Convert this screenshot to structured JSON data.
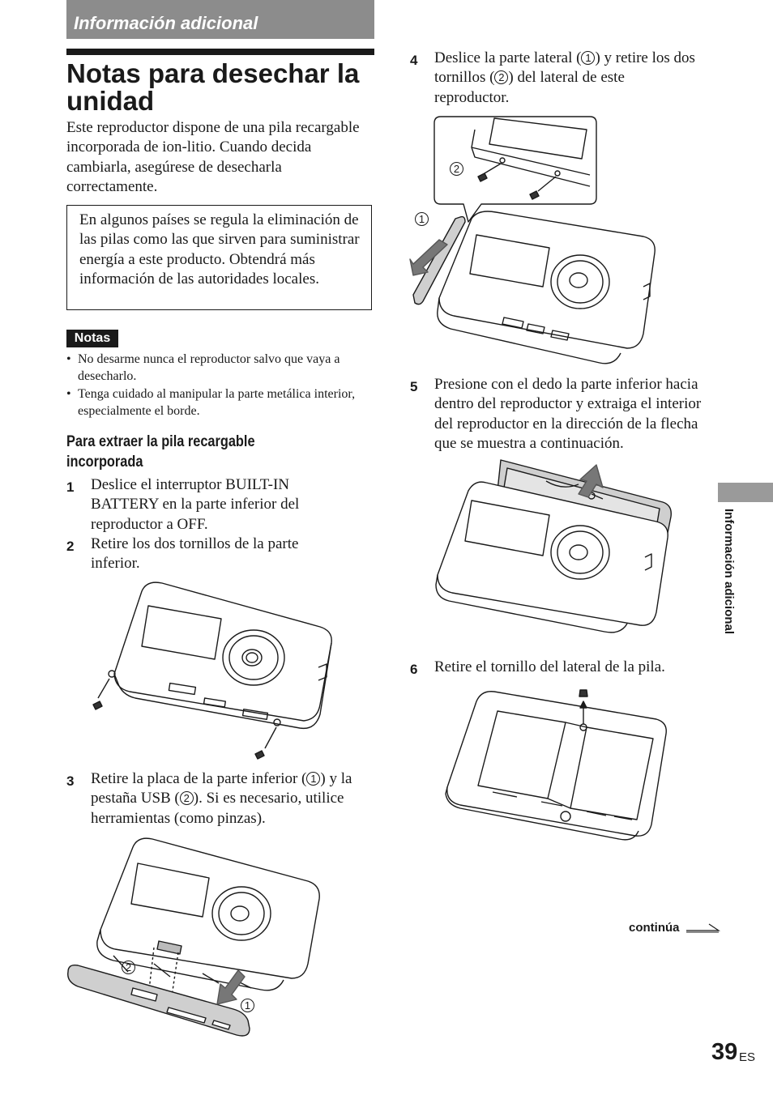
{
  "header": {
    "section": "Información adicional"
  },
  "title": "Notas para desechar la unidad",
  "intro": "Este reproductor dispone de una pila recargable incorporada de ion-litio. Cuando decida cambiarla, asegúrese de desecharla correctamente.",
  "box_text": "En algunos países se regula la eliminación de las pilas como las que sirven para suministrar energía a este producto. Obtendrá más información de las autoridades locales.",
  "notes": {
    "label": "Notas",
    "bullet": "•",
    "items": [
      "No desarme nunca el reproductor salvo que vaya a desecharlo.",
      "Tenga cuidado al manipular la parte metálica interior, especialmente el borde."
    ]
  },
  "subheading": "Para extraer la pila recargable incorporada",
  "steps": [
    {
      "num": "1",
      "text": "Deslice el interruptor BUILT-IN BATTERY en la parte inferior del reproductor a OFF."
    },
    {
      "num": "2",
      "text": "Retire los dos tornillos de la parte inferior."
    },
    {
      "num": "3",
      "a": "Retire la placa de la parte inferior (",
      "b": ") y la pestaña USB (",
      "c": "). Si es necesario, utilice herramientas (como pinzas)."
    },
    {
      "num": "4",
      "a": "Deslice la parte lateral (",
      "b": ") y retire los dos tornillos (",
      "c": ") del lateral de este reproductor."
    },
    {
      "num": "5",
      "text": "Presione con el dedo la parte inferior hacia dentro del reproductor y extraiga el interior del reproductor en la dirección de la flecha que se muestra a continuación."
    },
    {
      "num": "6",
      "text": "Retire el tornillo del lateral de la pila."
    }
  ],
  "callouts": {
    "one": "1",
    "two": "2"
  },
  "side_tab": "Información adicional",
  "footer": {
    "continues": "continúa",
    "page_number": "39",
    "lang": "ES"
  }
}
